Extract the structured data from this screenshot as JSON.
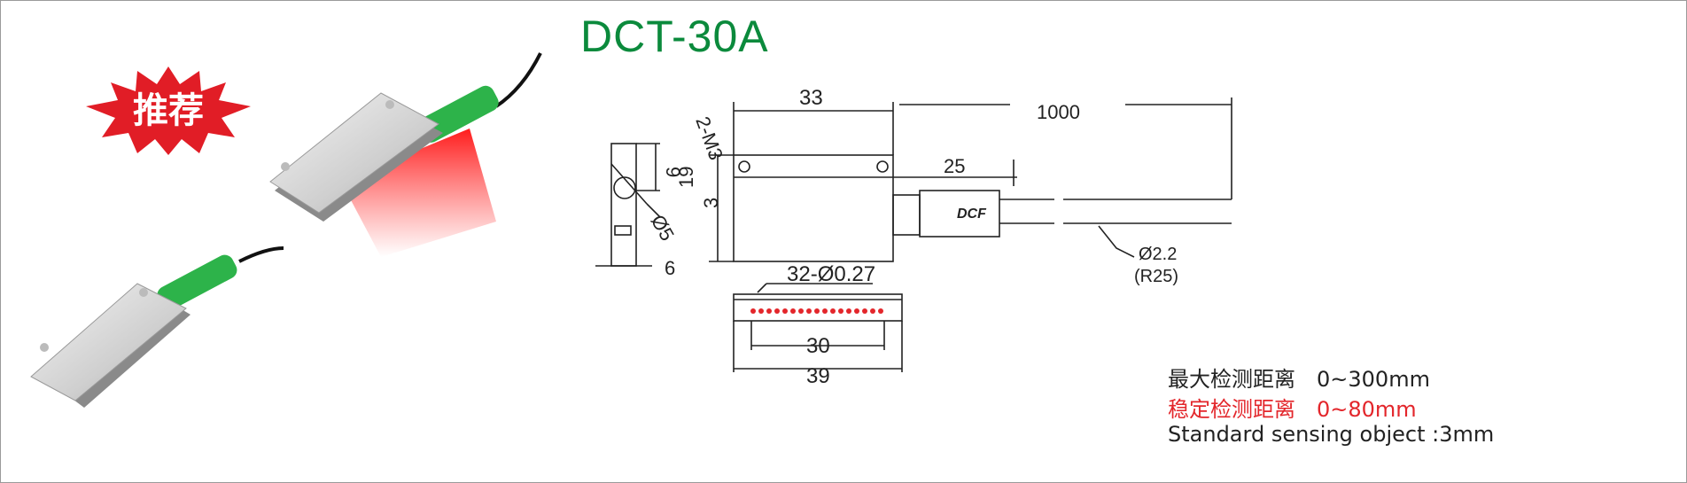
{
  "title": "DCT-30A",
  "badge": {
    "label": "推荐"
  },
  "drawing": {
    "dims": {
      "m3": "2-M3",
      "d33": "33",
      "d1000": "1000",
      "d25": "25",
      "d9": "9",
      "d19": "19",
      "d3": "3",
      "d5": "Ø5",
      "d6": "6",
      "d22": "Ø2.2",
      "r25": "(R25)",
      "holes": "32-Ø0.27",
      "d30": "30",
      "d39": "39"
    },
    "logo": "DCF"
  },
  "specs": [
    {
      "label": "最大检测距离",
      "value": "0~300mm",
      "color": "#222222"
    },
    {
      "label": "稳定检测距离",
      "value": "0~80mm",
      "color": "#e3262b"
    },
    {
      "label": "Standard sensing object :3mm"
    }
  ],
  "colors": {
    "title_green": "#0b8a3c",
    "badge_red": "#e11d26",
    "cable_green": "#2db34a",
    "beam_red": "#ff2020"
  }
}
